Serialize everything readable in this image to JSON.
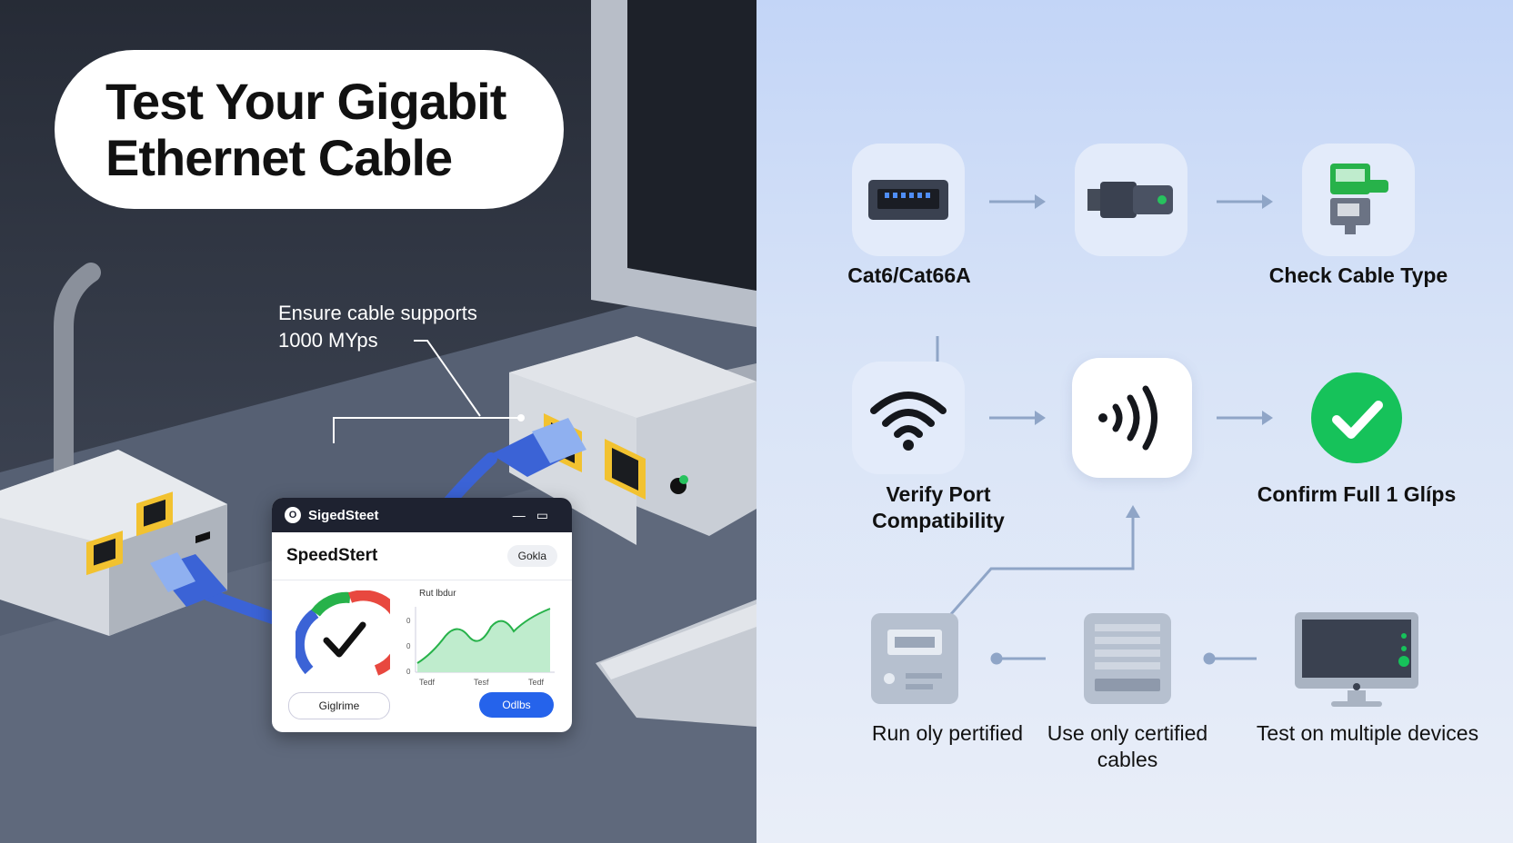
{
  "title": "Test Your Gigabit\nEthernet Cable",
  "callout": "Ensure cable supports\n1000 MYps",
  "app_window": {
    "titlebar": "SigedSteet",
    "app_name": "SpeedStert",
    "badge": "Gokla",
    "graph_title": "Rut lbdur",
    "y_ticks": [
      "0",
      "0",
      "0"
    ],
    "x_ticks": [
      "Tedf",
      "Tesf",
      "Tedf"
    ],
    "button_left": "Giglrime",
    "button_right": "Odlbs"
  },
  "flow": {
    "step1": "Cat6/Cat66A",
    "step2": "Check Cable Type",
    "step3": "Verify Port\nCompatibility",
    "step4": "Confirm Full 1 Glíps",
    "tip1": "Run oly pertified",
    "tip2": "Use only certified\ncables",
    "tip3": "Test on multiple devices"
  },
  "colors": {
    "left_bg": "#3a4150",
    "right_bg": "#d6e2f7",
    "accent_blue": "#2563eb",
    "port_yellow": "#f2c230",
    "success_green": "#16c25a"
  },
  "icons": [
    "ethernet-port-icon",
    "rj45-connector-icon",
    "network-card-icon",
    "wifi-icon",
    "signal-waves-icon",
    "checkmark-icon",
    "server-icon",
    "rack-icon",
    "monitor-icon"
  ]
}
